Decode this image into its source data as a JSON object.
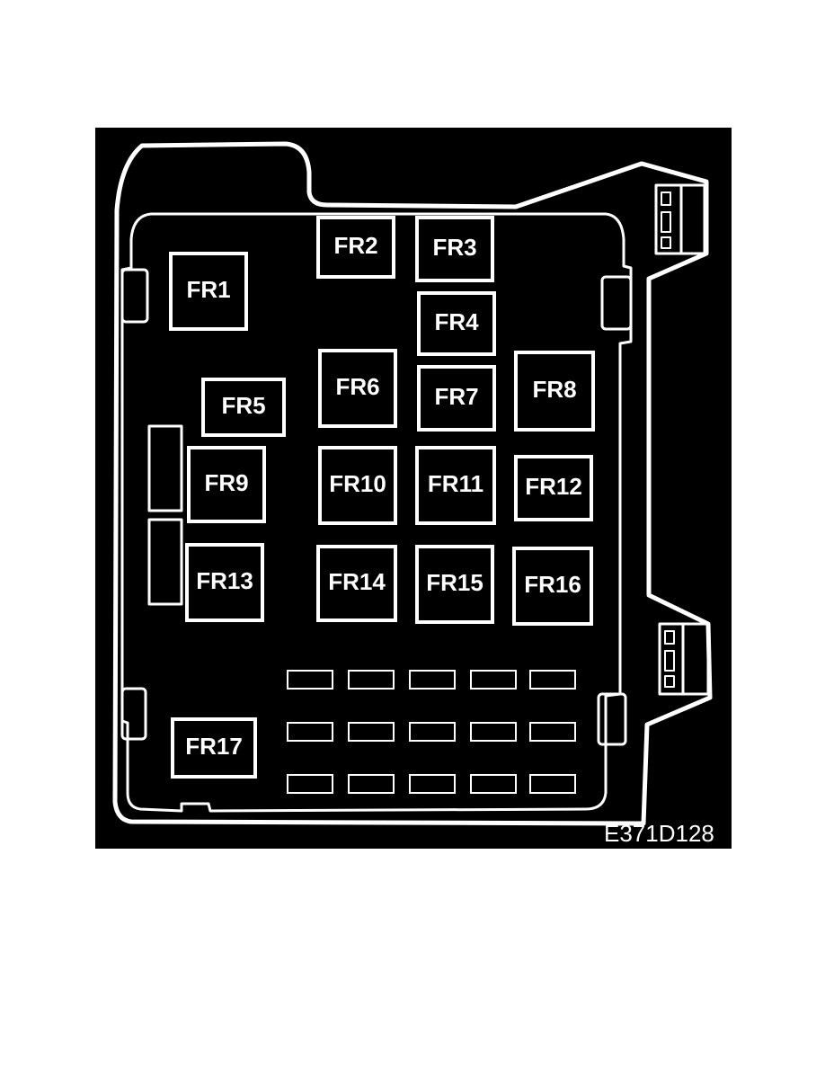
{
  "figure_code": "E371D128",
  "relays": [
    {
      "id": "fr1",
      "label": "FR1"
    },
    {
      "id": "fr2",
      "label": "FR2"
    },
    {
      "id": "fr3",
      "label": "FR3"
    },
    {
      "id": "fr4",
      "label": "FR4"
    },
    {
      "id": "fr5",
      "label": "FR5"
    },
    {
      "id": "fr6",
      "label": "FR6"
    },
    {
      "id": "fr7",
      "label": "FR7"
    },
    {
      "id": "fr8",
      "label": "FR8"
    },
    {
      "id": "fr9",
      "label": "FR9"
    },
    {
      "id": "fr10",
      "label": "FR10"
    },
    {
      "id": "fr11",
      "label": "FR11"
    },
    {
      "id": "fr12",
      "label": "FR12"
    },
    {
      "id": "fr13",
      "label": "FR13"
    },
    {
      "id": "fr14",
      "label": "FR14"
    },
    {
      "id": "fr15",
      "label": "FR15"
    },
    {
      "id": "fr16",
      "label": "FR16"
    },
    {
      "id": "fr17",
      "label": "FR17"
    }
  ],
  "colors": {
    "background": "#000000",
    "linework": "#ffffff",
    "page": "#ffffff"
  }
}
